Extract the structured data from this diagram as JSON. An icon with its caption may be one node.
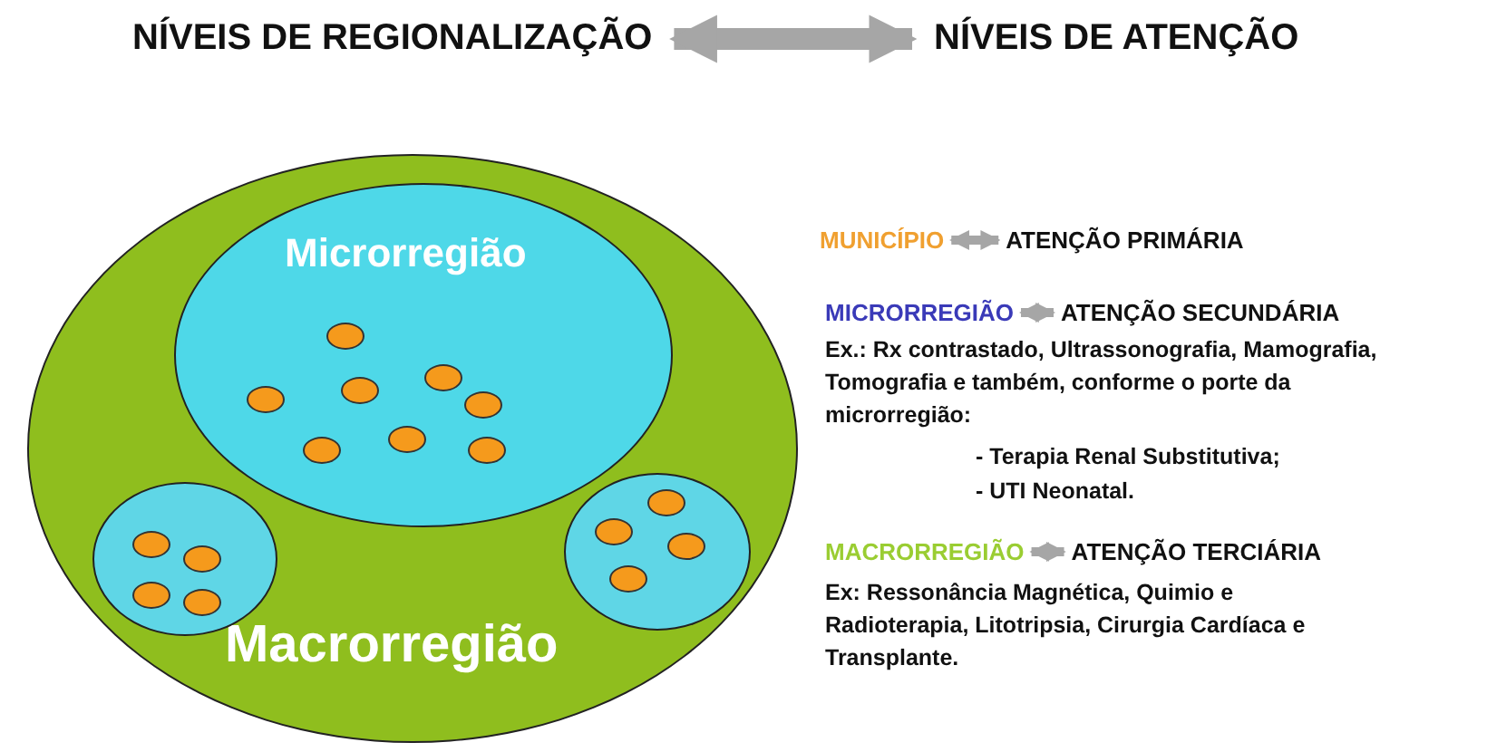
{
  "diagram": {
    "nodes": [
      {
        "text": [
          "NÍVEIS DE REGIONALIZAÇÃO"
        ]
      },
      {
        "text": [
          "NÍVEIS DE ATENÇÃO"
        ]
      },
      {
        "text": [
          "Macrorregião"
        ]
      },
      {
        "text": [
          "Microrregião"
        ],
        "in": 2
      },
      {
        "text": [],
        "shape": "circle",
        "in": 3
      },
      {
        "text": [],
        "shape": "circle",
        "in": 3
      },
      {
        "text": [],
        "shape": "circle",
        "in": 3
      },
      {
        "text": [],
        "shape": "circle",
        "in": 3
      },
      {
        "text": [],
        "shape": "circle",
        "in": 3
      },
      {
        "text": [],
        "shape": "circle",
        "in": 3
      },
      {
        "text": [],
        "shape": "circle",
        "in": 3
      },
      {
        "text": [],
        "shape": "circle",
        "in": 3
      },
      {
        "text": [],
        "shape": "circle",
        "in": 2
      },
      {
        "text": [],
        "shape": "circle",
        "in": 12
      },
      {
        "text": [],
        "shape": "circle",
        "in": 12
      },
      {
        "text": [],
        "shape": "circle",
        "in": 12
      },
      {
        "text": [],
        "shape": "circle",
        "in": 12
      },
      {
        "text": [],
        "shape": "circle",
        "in": 2
      },
      {
        "text": [],
        "shape": "circle",
        "in": 17
      },
      {
        "text": [],
        "shape": "circle",
        "in": 17
      },
      {
        "text": [],
        "shape": "circle",
        "in": 17
      },
      {
        "text": [],
        "shape": "circle",
        "in": 17
      },
      {
        "text": [
          "MUNICÍPIO"
        ]
      },
      {
        "text": [
          "ATENÇÃO PRIMÁRIA"
        ]
      },
      {
        "text": [
          "MICRORREGIÃO"
        ]
      },
      {
        "text": [
          "ATENÇÃO SECUNDÁRIA"
        ]
      },
      {
        "text": [
          "MACRORREGIÃO"
        ]
      },
      {
        "text": [
          "ATENÇÃO TERCIÁRIA"
        ]
      }
    ],
    "edges": [
      {
        "from": 0,
        "to": 1,
        "arrow": "both",
        "style": "thick"
      },
      {
        "from": 22,
        "to": 23,
        "arrow": "both"
      },
      {
        "from": 24,
        "to": 25,
        "arrow": "both"
      },
      {
        "from": 26,
        "to": 27,
        "arrow": "both"
      }
    ],
    "labels": [
      "Ex.: Rx contrastado, Ultrassonografia, Mamografia, Tomografia e também, conforme o porte da microrregião:",
      "- Terapia Renal Substitutiva;",
      "- UTI Neonatal.",
      "Ex: Ressonância Magnética, Quimio e Radioterapia, Litotripsia, Cirurgia Cardíaca e Transplante."
    ]
  }
}
